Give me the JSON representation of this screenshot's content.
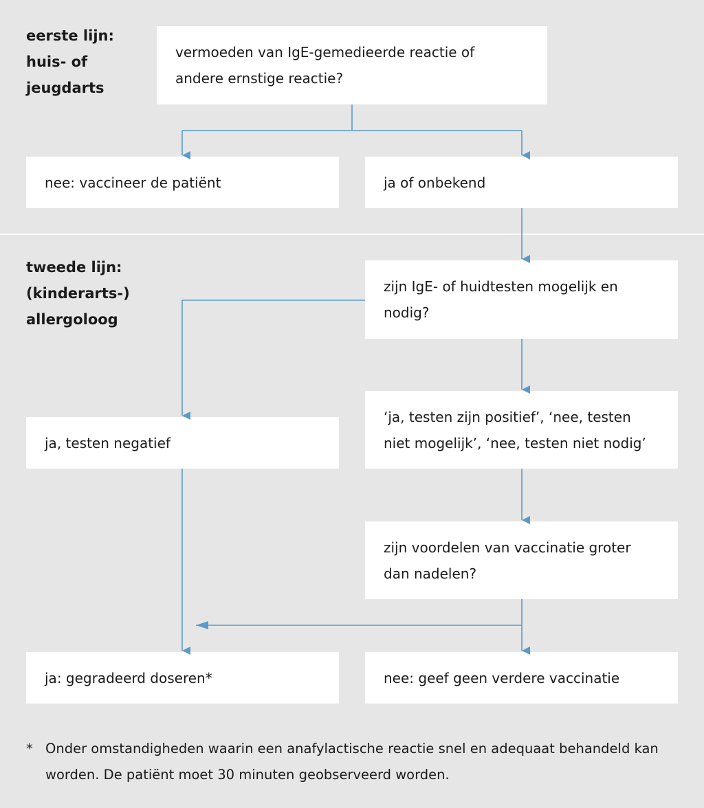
{
  "colors": {
    "background": "#e6e6e6",
    "box": "#ffffff",
    "arrow": "#5b9ac6",
    "text": "#1a1a1a"
  },
  "sections": {
    "first_line": "eerste lijn:\nhuis- of\njeugdarts",
    "second_line": "tweede lijn:\n(kinderarts-)\nallergoloog"
  },
  "boxes": {
    "suspicion": "vermoeden van IgE-gemedieerde reactie of\nandere ernstige reactie?",
    "no_vaccinate": "nee: vaccineer de patiënt",
    "yes_unknown": "ja of onbekend",
    "tests_possible": "zijn IgE- of huidtesten mogelijk en\nnodig?",
    "tests_negative": "ja, testen negatief",
    "tests_outcomes": "‘ja, testen zijn positief’, ‘nee, testen\nniet mogelijk’, ‘nee, testen niet nodig’",
    "benefits": "zijn voordelen van vaccinatie groter\ndan nadelen?",
    "graded_dosing": "ja: gegradeerd doseren*",
    "no_further": "nee: geef geen verdere vaccinatie"
  },
  "footnote": {
    "marker": "*",
    "text": "Onder omstandigheden waarin een anafylactische reactie snel en adequaat behandeld kan worden. De patiënt moet 30 minuten geobserveerd worden."
  }
}
